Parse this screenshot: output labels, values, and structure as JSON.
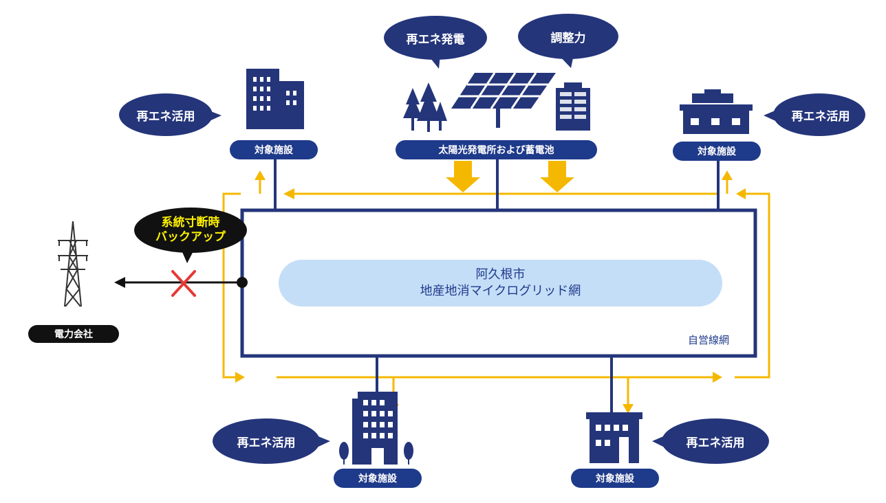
{
  "grid": {
    "name_line1": "阿久根市",
    "name_line2": "地産地消マイクログリッド網",
    "network_label": "自営線網",
    "boundary_color": "#1e3a8a",
    "flow_color": "#f5b800"
  },
  "generation": {
    "label": "太陽光発電所および蓄電池",
    "bubble_renewable": "再エネ発電",
    "bubble_adjust": "調整力"
  },
  "facilities": [
    {
      "label": "対象施設",
      "bubble": "再エネ活用"
    },
    {
      "label": "対象施設",
      "bubble": "再エネ活用"
    },
    {
      "label": "対象施設",
      "bubble": "再エネ活用"
    },
    {
      "label": "対象施設",
      "bubble": "再エネ活用"
    }
  ],
  "utility": {
    "label": "電力会社",
    "backup_line1": "系統寸断時",
    "backup_line2": "バックアップ"
  },
  "icons": [
    "office-building-icon",
    "tree-icon",
    "solar-panel-icon",
    "battery-icon",
    "shop-icon",
    "hospital-icon",
    "small-office-icon",
    "power-tower-icon",
    "disconnect-x-icon"
  ]
}
